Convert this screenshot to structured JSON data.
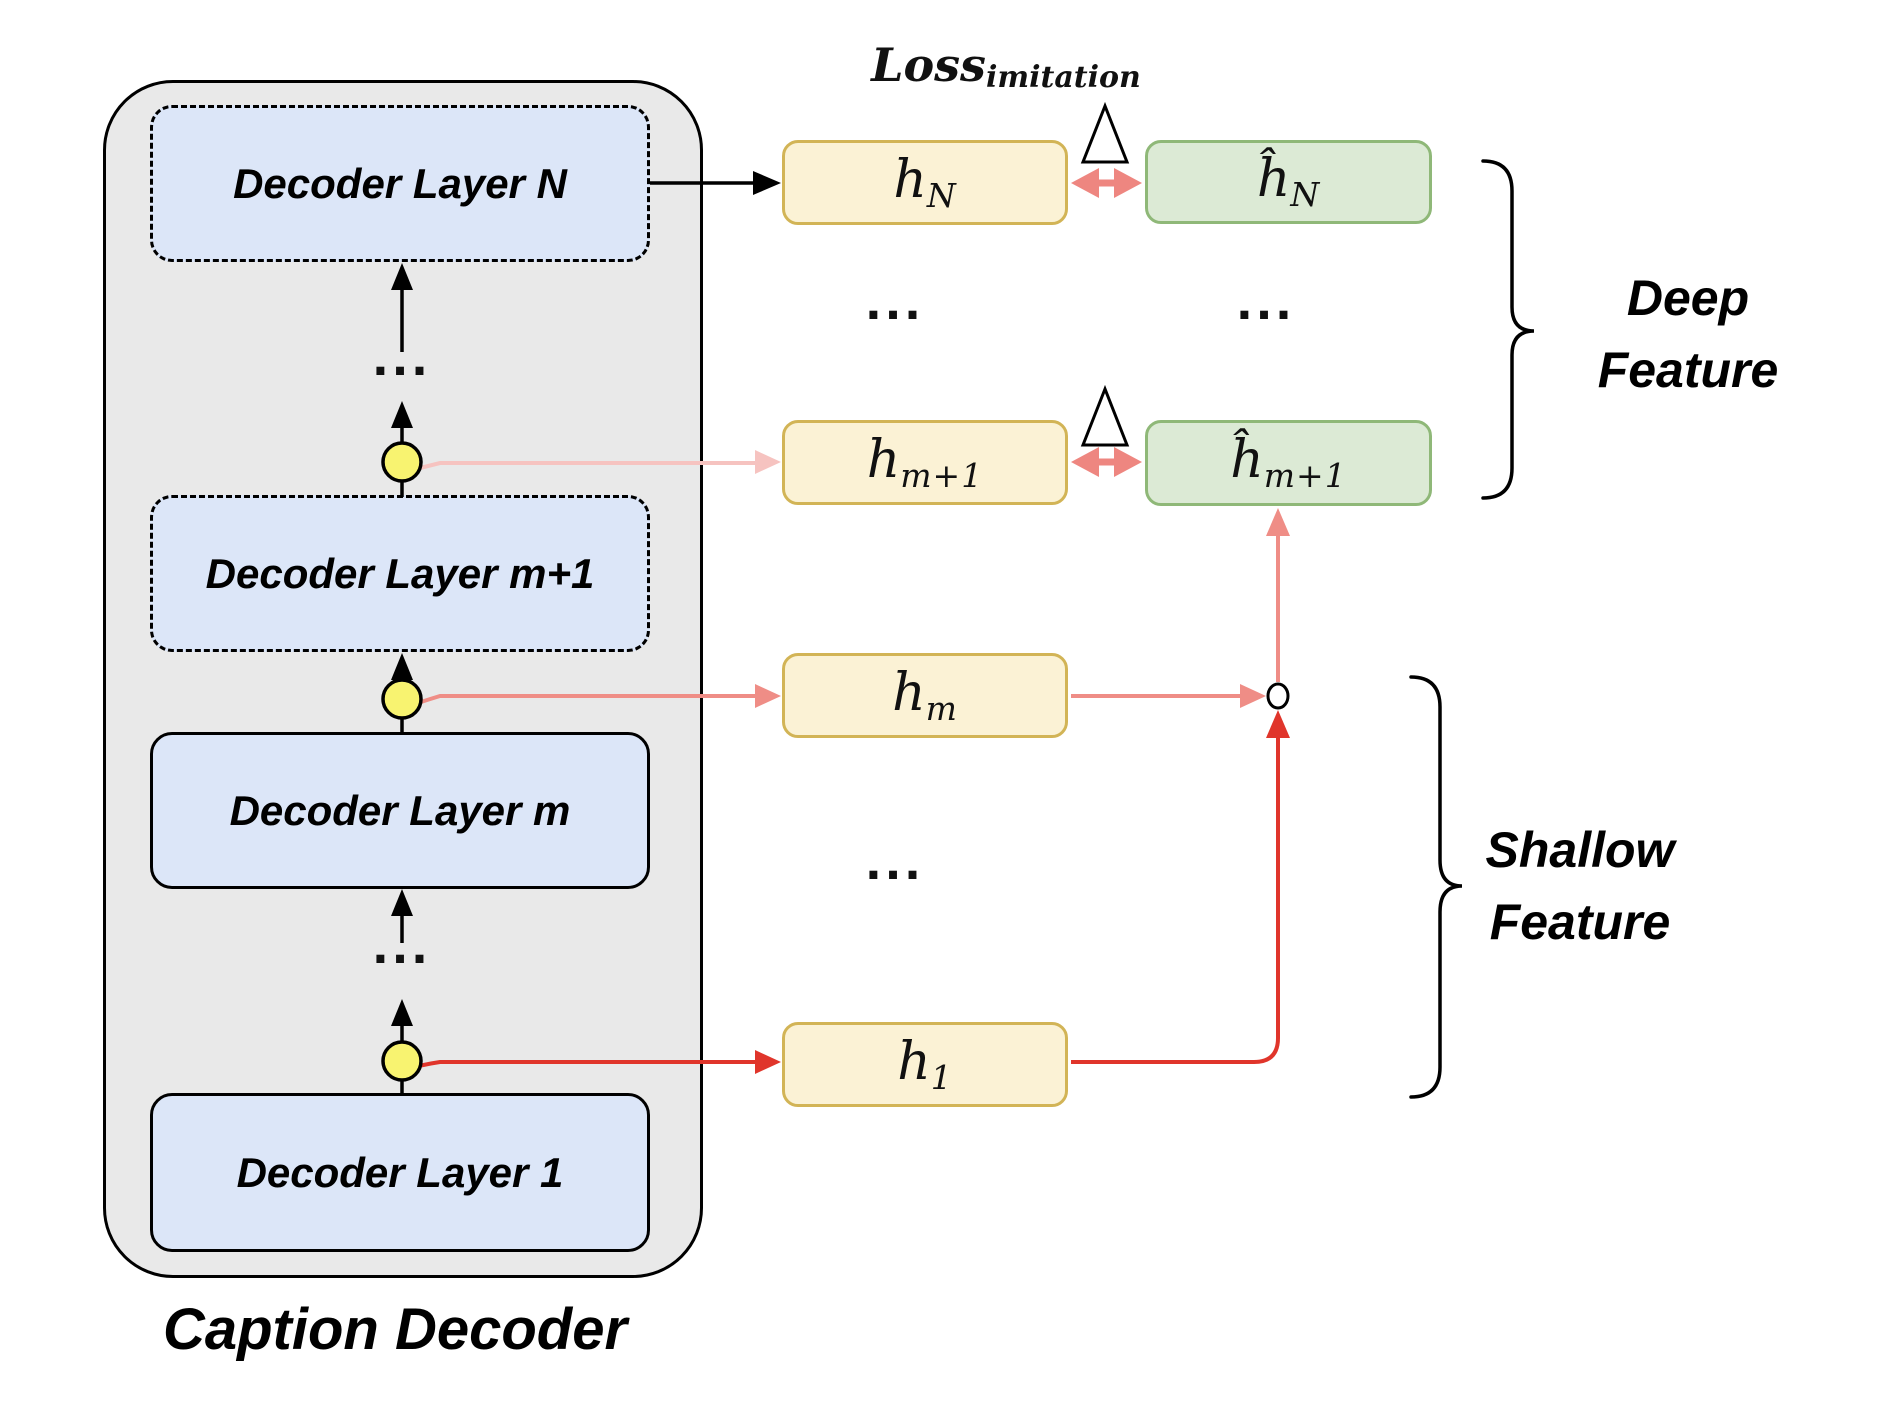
{
  "diagram_title": "Caption Decoder feature imitation diagram",
  "decoder": {
    "caption": "Caption Decoder",
    "layers": [
      {
        "label": "Decoder Layer N",
        "style": "dashed"
      },
      {
        "label": "Decoder Layer m+1",
        "style": "dashed"
      },
      {
        "label": "Decoder Layer m",
        "style": "solid"
      },
      {
        "label": "Decoder Layer 1",
        "style": "solid"
      }
    ],
    "dots": "..."
  },
  "loss": {
    "base": "Loss",
    "sub": "imitation"
  },
  "features": {
    "hidden": [
      {
        "base": "h",
        "sub": "N"
      },
      {
        "base": "h",
        "sub": "m+1"
      },
      {
        "base": "h",
        "sub": "m"
      },
      {
        "base": "h",
        "sub": "1"
      }
    ],
    "imitated": [
      {
        "base": "ĥ",
        "sub": "N"
      },
      {
        "base": "ĥ",
        "sub": "m+1"
      }
    ],
    "dots": "..."
  },
  "groups": {
    "deep": {
      "line1": "Deep",
      "line2": "Feature"
    },
    "shallow": {
      "line1": "Shallow",
      "line2": "Feature"
    }
  },
  "colors": {
    "container_fill": "#E9E9E9",
    "layer_fill": "#DCE6F8",
    "hidden_fill": "#FBF2D5",
    "hidden_stroke": "#D2B456",
    "imitated_fill": "#DCEAD5",
    "imitated_stroke": "#8FB878",
    "tap_circle_fill": "#F8F370",
    "arrow_light_pink": "#F6C3C0",
    "arrow_salmon": "#EF8D86",
    "arrow_red": "#E0352B",
    "arrow_double": "#EE8680",
    "line_black": "#000000"
  }
}
